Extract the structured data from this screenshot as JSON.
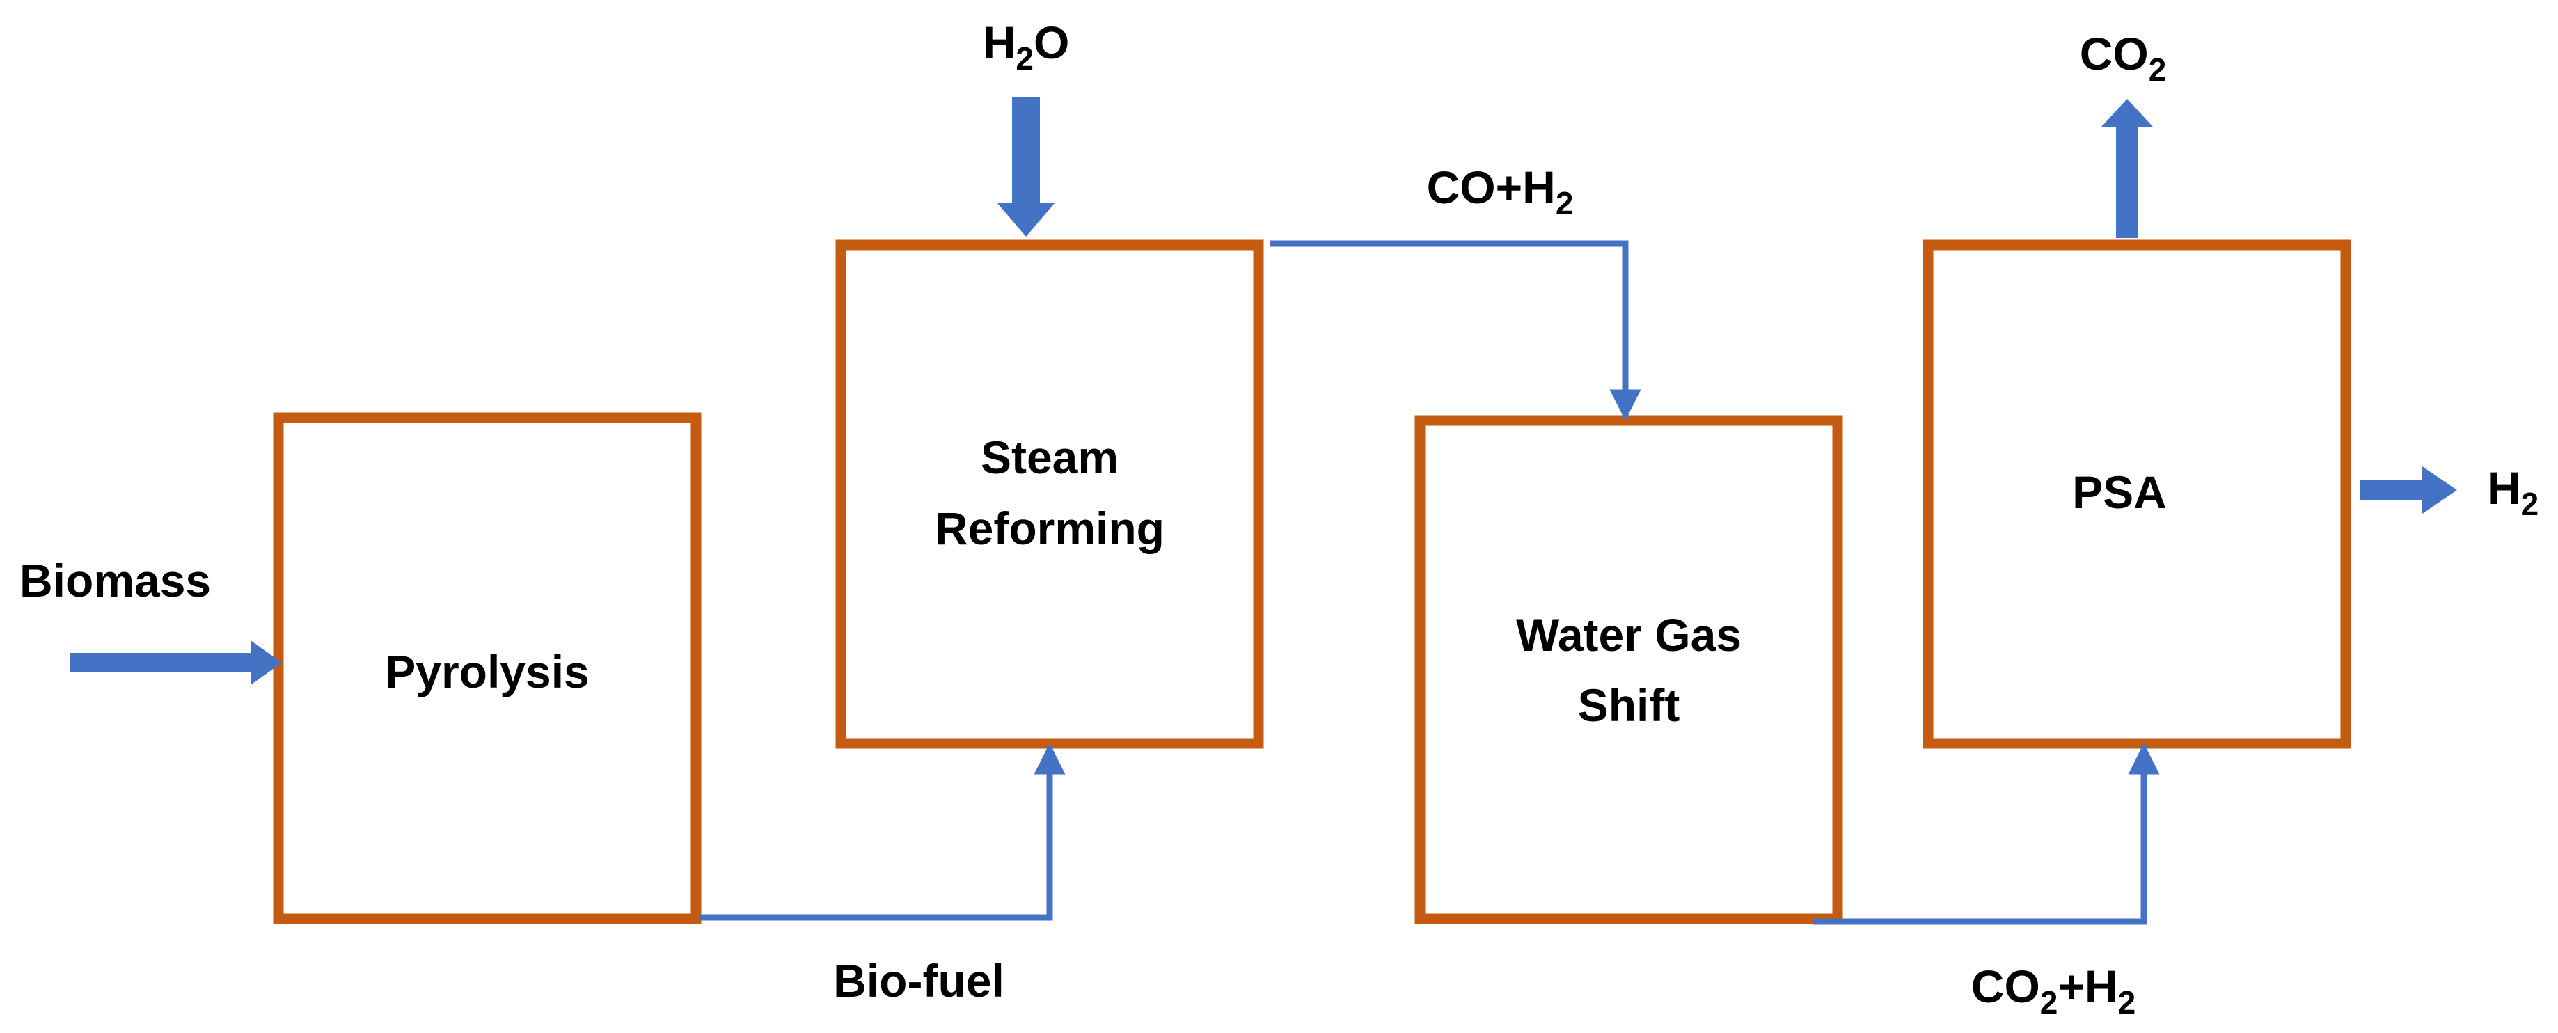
{
  "process_units": {
    "pyrolysis": "Pyrolysis",
    "steam_reforming_line1": "Steam",
    "steam_reforming_line2": "Reforming",
    "water_gas_shift_line1": "Water Gas",
    "water_gas_shift_line2": "Shift",
    "psa": "PSA"
  },
  "streams": {
    "biomass": "Biomass",
    "bio_fuel": "Bio-fuel",
    "h2o": {
      "prefix": "H",
      "sub": "2",
      "suffix": "O"
    },
    "co_h2": {
      "prefix": "CO+H",
      "sub": "2"
    },
    "co2_h2": {
      "prefix": "CO",
      "sub1": "2",
      "middle": "+H",
      "sub2": "2"
    },
    "co2": {
      "prefix": "CO",
      "sub": "2"
    },
    "h2": {
      "prefix": "H",
      "sub": "2"
    }
  },
  "colors": {
    "box_border": "#c55a11",
    "flow_arrow": "#4472c4",
    "text": "#000000"
  }
}
